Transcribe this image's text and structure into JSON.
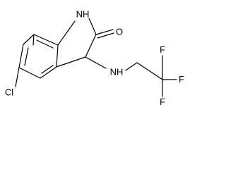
{
  "molecule": {
    "name": "",
    "atoms": {
      "nh_ring": "NH",
      "oxygen": "O",
      "chlorine": "Cl",
      "nh_amine": "NH",
      "fluorine_top": "F",
      "fluorine_right": "F",
      "fluorine_bottom": "F"
    }
  }
}
